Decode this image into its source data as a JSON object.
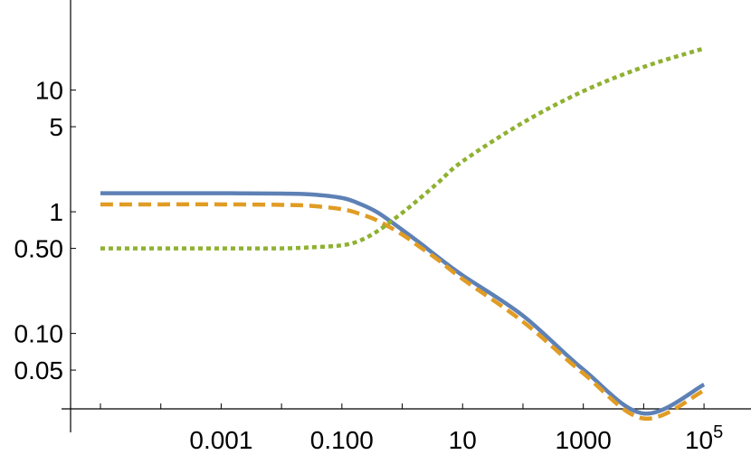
{
  "chart_data": {
    "type": "line",
    "xscale": "log",
    "yscale": "log",
    "xlim": [
      3.2e-06,
      600000
    ],
    "ylim": [
      0.024,
      55
    ],
    "x_ticks": [
      {
        "value": 0.001,
        "label": "0.001"
      },
      {
        "value": 0.1,
        "label": "0.100"
      },
      {
        "value": 10,
        "label": "10"
      },
      {
        "value": 1000,
        "label": "1000"
      },
      {
        "value": 100000,
        "label": "10",
        "superscript": "5"
      }
    ],
    "y_ticks": [
      {
        "value": 0.05,
        "label": "0.05"
      },
      {
        "value": 0.1,
        "label": "0.10"
      },
      {
        "value": 0.5,
        "label": "0.50"
      },
      {
        "value": 1,
        "label": "1"
      },
      {
        "value": 5,
        "label": "5"
      },
      {
        "value": 10,
        "label": "10"
      }
    ],
    "minor_x_ticks": [
      1e-05,
      0.0001,
      0.01,
      1,
      100,
      10000
    ],
    "x": [
      1e-05,
      0.0001,
      0.001,
      0.01,
      0.03,
      0.1,
      0.2,
      0.4,
      1,
      2,
      4,
      10,
      100,
      1000,
      10000,
      100000
    ],
    "series": [
      {
        "style": "solid",
        "color": "#5E81B5",
        "values": [
          1.42,
          1.42,
          1.42,
          1.41,
          1.39,
          1.3,
          1.16,
          0.98,
          0.71,
          0.55,
          0.42,
          0.3,
          0.14,
          0.0505,
          0.022,
          0.038
        ]
      },
      {
        "style": "dashed",
        "color": "#E19C24",
        "values": [
          1.15,
          1.15,
          1.15,
          1.14,
          1.12,
          1.05,
          0.96,
          0.84,
          0.65,
          0.51,
          0.4,
          0.28,
          0.125,
          0.047,
          0.02,
          0.034
        ]
      },
      {
        "style": "dotted",
        "color": "#8FB131",
        "values": [
          0.5,
          0.5,
          0.5,
          0.5,
          0.51,
          0.53,
          0.58,
          0.7,
          0.98,
          1.3,
          1.75,
          2.6,
          5.4,
          9.8,
          15.5,
          22.0
        ]
      }
    ]
  }
}
